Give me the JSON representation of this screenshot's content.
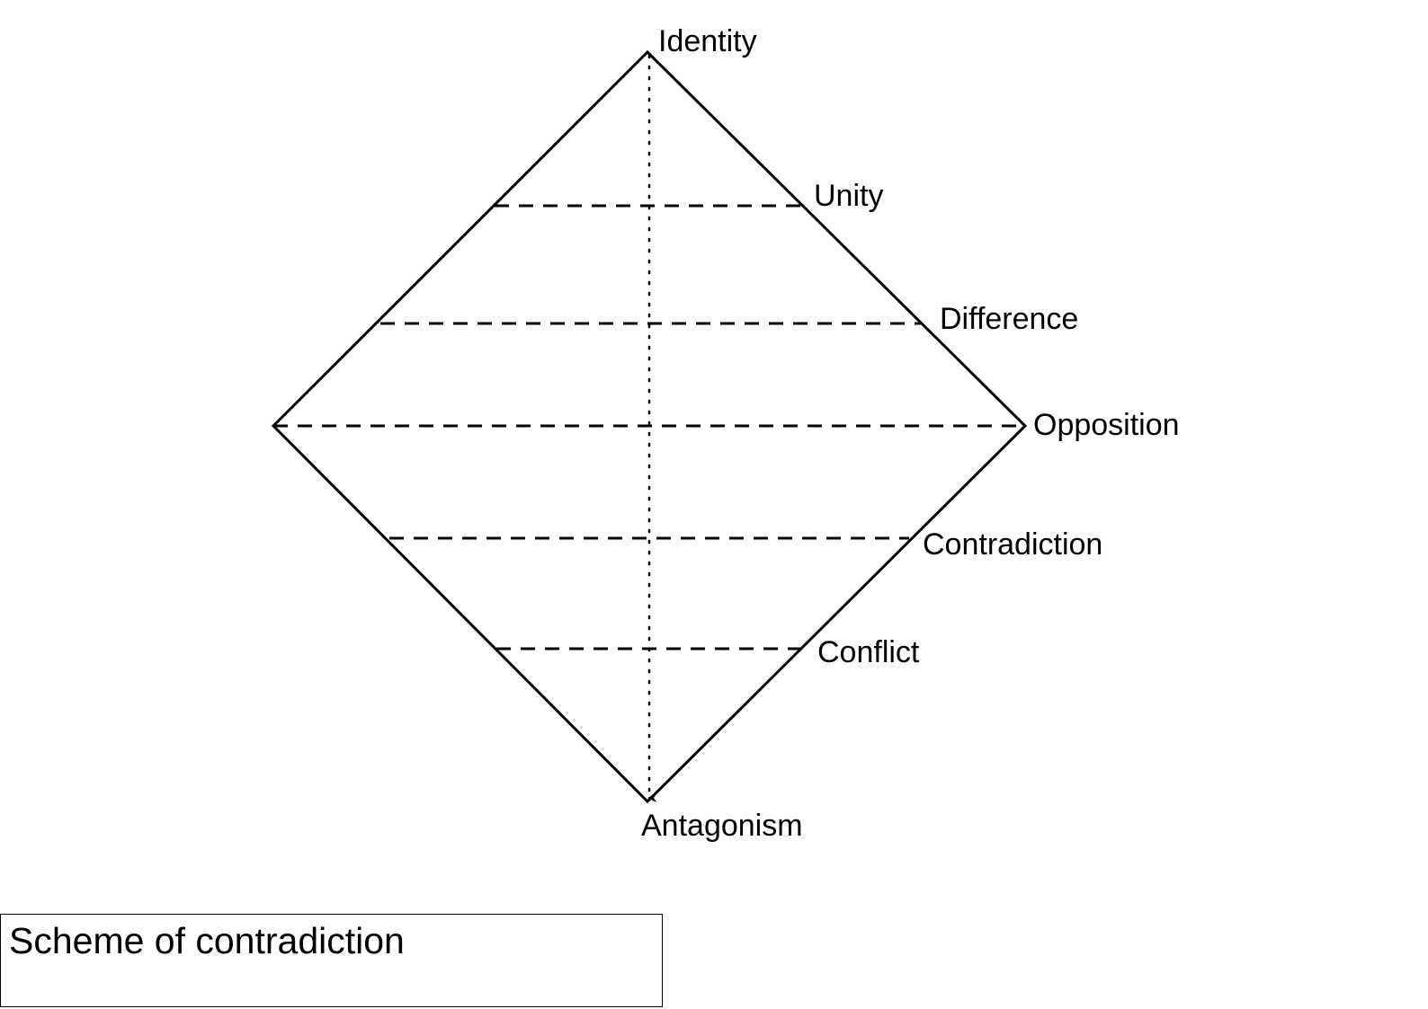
{
  "labels": {
    "identity": "Identity",
    "unity": "Unity",
    "difference": "Difference",
    "opposition": "Opposition",
    "contradiction": "Contradiction",
    "conflict": "Conflict",
    "antagonism": "Antagonism"
  },
  "caption": "Scheme of contradiction",
  "colors": {
    "line": "#000000",
    "background": "#ffffff"
  }
}
